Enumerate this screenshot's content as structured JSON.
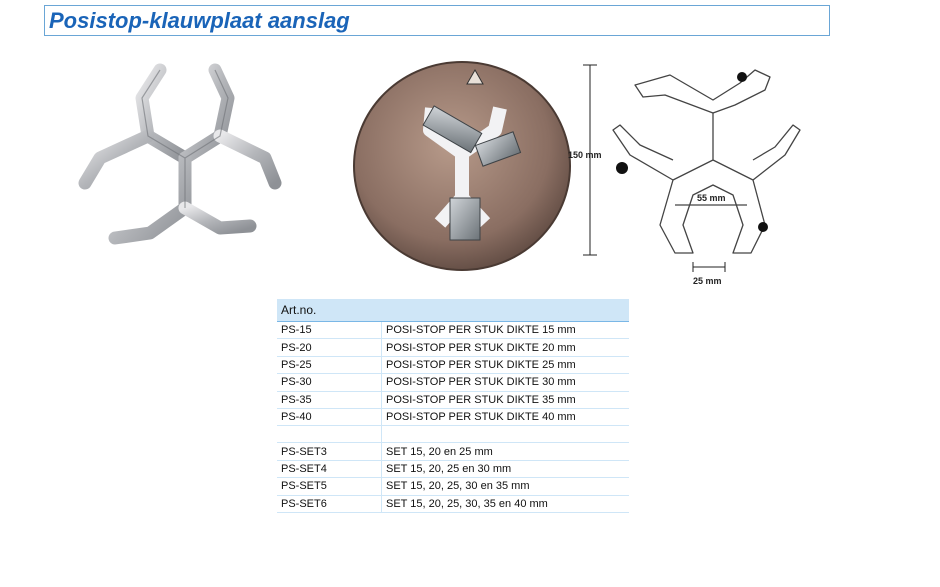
{
  "title": "Posistop-klauwplaat aanslag",
  "diagram": {
    "dim_height": "150 mm",
    "dim_inner": "55 mm",
    "dim_slot": "25 mm"
  },
  "table": {
    "header": "Art.no.",
    "rows": [
      {
        "code": "PS-15",
        "desc": "POSI-STOP PER STUK DIKTE 15 mm"
      },
      {
        "code": "PS-20",
        "desc": "POSI-STOP PER STUK DIKTE 20 mm"
      },
      {
        "code": "PS-25",
        "desc": "POSI-STOP PER STUK DIKTE 25 mm"
      },
      {
        "code": "PS-30",
        "desc": "POSI-STOP PER STUK DIKTE 30 mm"
      },
      {
        "code": "PS-35",
        "desc": "POSI-STOP PER STUK DIKTE 35 mm"
      },
      {
        "code": "PS-40",
        "desc": "POSI-STOP PER STUK DIKTE 40 mm"
      }
    ],
    "sets": [
      {
        "code": "PS-SET3",
        "desc": "SET 15, 20 en 25 mm"
      },
      {
        "code": "PS-SET4",
        "desc": "SET 15, 20, 25 en 30 mm"
      },
      {
        "code": "PS-SET5",
        "desc": "SET 15, 20, 25, 30 en 35 mm"
      },
      {
        "code": "PS-SET6",
        "desc": "SET 15, 20, 25, 30, 35 en 40 mm"
      }
    ]
  }
}
